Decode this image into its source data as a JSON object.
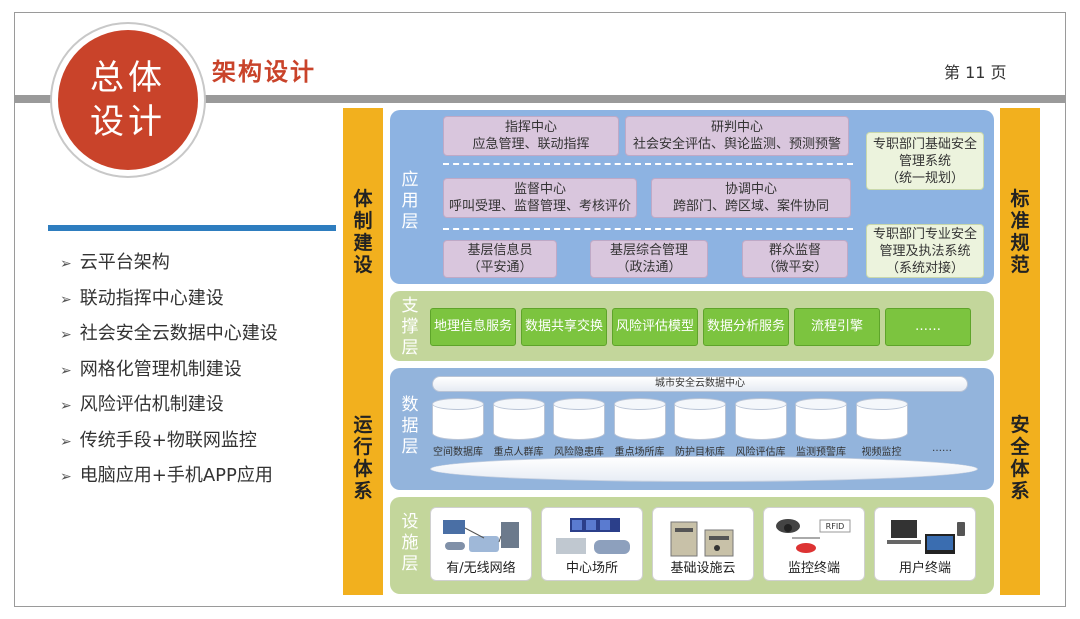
{
  "header": {
    "circle_title_line1": "总体",
    "circle_title_line2": "设计",
    "subtitle": "架构设计",
    "page_number": "第 11 页"
  },
  "menu": [
    "云平台架构",
    "联动指挥中心建设",
    "社会安全云数据中心建设",
    "网格化管理机制建设",
    "风险评估机制建设",
    "传统手段+物联网监控",
    "电脑应用+手机APP应用"
  ],
  "left_bar": {
    "top": "体制建设",
    "bottom": "运行体系"
  },
  "right_bar": {
    "top": "标准规范",
    "bottom": "安全体系"
  },
  "layers": {
    "application": {
      "label": "应用层",
      "row1": [
        {
          "title": "指挥中心",
          "desc": "应急管理、联动指挥"
        },
        {
          "title": "研判中心",
          "desc": "社会安全评估、舆论监测、预测预警"
        }
      ],
      "row2": [
        {
          "title": "监督中心",
          "desc": "呼叫受理、监督管理、考核评价"
        },
        {
          "title": "协调中心",
          "desc": "跨部门、跨区域、案件协同"
        }
      ],
      "row3": [
        {
          "title": "基层信息员",
          "desc": "（平安通）"
        },
        {
          "title": "基层综合管理",
          "desc": "（政法通）"
        },
        {
          "title": "群众监督",
          "desc": "（微平安）"
        }
      ],
      "side1": {
        "line1": "专职部门基础安全",
        "line2": "管理系统",
        "line3": "（统一规划）"
      },
      "side2": {
        "line1": "专职部门专业安全",
        "line2": "管理及执法系统",
        "line3": "（系统对接）"
      }
    },
    "support": {
      "label": "支撑层",
      "items": [
        "地理信息服务",
        "数据共享交换",
        "风险评估模型",
        "数据分析服务",
        "流程引擎",
        "……"
      ]
    },
    "data": {
      "label": "数据层",
      "center": "城市安全云数据中心",
      "dbs": [
        "空间数据库",
        "重点人群库",
        "风险隐患库",
        "重点场所库",
        "防护目标库",
        "风险评估库",
        "监测预警库",
        "视频监控",
        "……"
      ]
    },
    "facility": {
      "label": "设施层",
      "items": [
        "有/无线网络",
        "中心场所",
        "基础设施云",
        "监控终端",
        "用户终端"
      ]
    }
  },
  "colors": {
    "accent_red": "#c9432a",
    "bar_orange": "#f2b01e",
    "app_blue": "#8db3e2",
    "support_green": "#7cc43f",
    "data_blue": "#93b4dc",
    "facility_green": "#c3d69b"
  }
}
